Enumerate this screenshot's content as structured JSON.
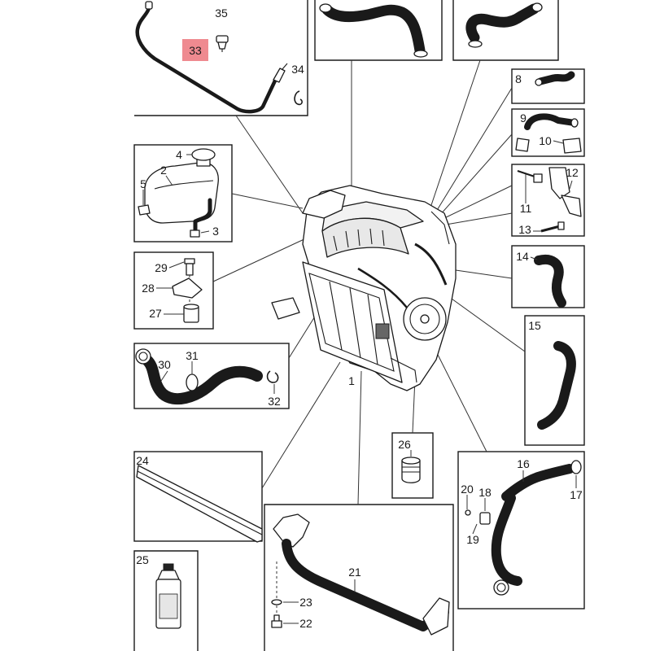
{
  "diagram": {
    "highlight_color": "#ef8a90",
    "callouts": {
      "n1": "1",
      "n2": "2",
      "n3": "3",
      "n4": "4",
      "n5": "5",
      "n8": "8",
      "n9": "9",
      "n10": "10",
      "n11": "11",
      "n12": "12",
      "n13": "13",
      "n14": "14",
      "n15": "15",
      "n16": "16",
      "n17": "17",
      "n18": "18",
      "n19": "19",
      "n20": "20",
      "n21": "21",
      "n22": "22",
      "n23": "23",
      "n24": "24",
      "n25": "25",
      "n26": "26",
      "n27": "27",
      "n28": "28",
      "n29": "29",
      "n30": "30",
      "n31": "31",
      "n32": "32",
      "n33": "33",
      "n34": "34",
      "n35": "35"
    }
  }
}
